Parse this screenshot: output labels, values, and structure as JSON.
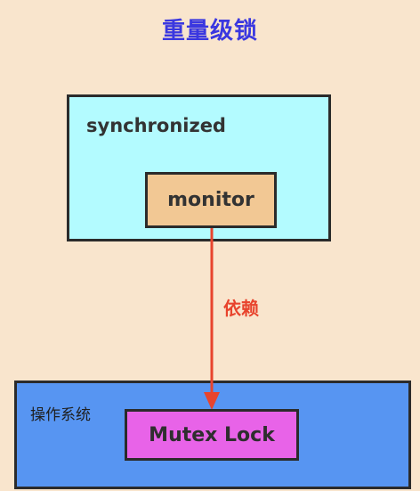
{
  "title": "重量级锁",
  "boxes": {
    "synchronized": "synchronized",
    "monitor": "monitor",
    "os": "操作系统",
    "mutex": "Mutex Lock"
  },
  "arrow_label": "依赖",
  "colors": {
    "background": "#f9e5cd",
    "title": "#3a37e0",
    "synchronized_fill": "#b3fbff",
    "monitor_fill": "#f2c894",
    "os_fill": "#5795f2",
    "mutex_fill": "#e863e8",
    "arrow": "#e8442d"
  }
}
